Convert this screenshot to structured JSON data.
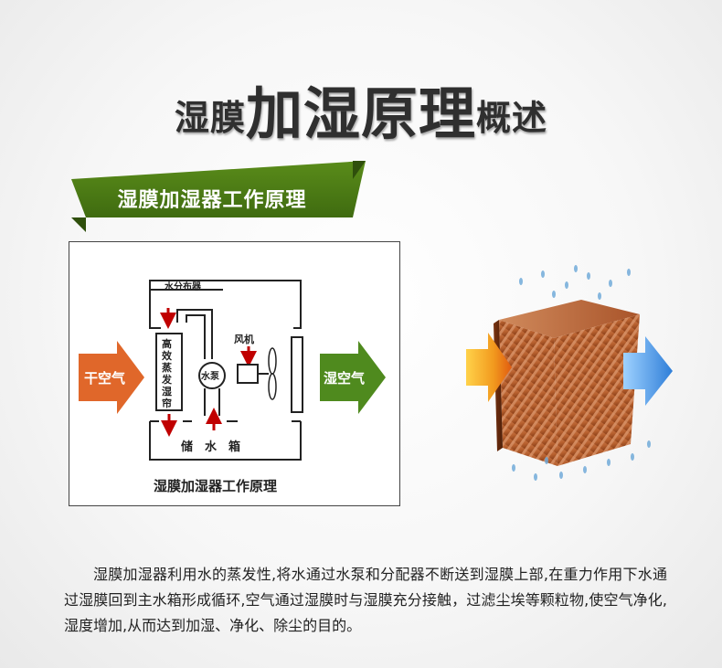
{
  "title": {
    "left": "湿膜",
    "main": "加湿原理",
    "right": "概述"
  },
  "banner": {
    "label": "湿膜加湿器工作原理"
  },
  "diagram": {
    "water_distributor": "水分布器",
    "high_efficiency_pad": [
      "高",
      "效",
      "蒸",
      "发",
      "湿",
      "帘"
    ],
    "pump": "水泵",
    "fan": "风机",
    "tank": "储　水　箱",
    "dry_air": "干空气",
    "wet_air": "湿空气",
    "caption": "湿膜加湿器工作原理",
    "colors": {
      "dry_air_arrow": "#e0672a",
      "wet_air_arrow": "#4f8a1e",
      "flow_arrow": "#c00000",
      "banner": "#4a7a14"
    }
  },
  "intro": "湿膜加湿器利用水的蒸发性,将水通过水泵和分配器不断送到湿膜上部,在重力作用下水通过湿膜回到主水箱形成循环,空气通过湿膜时与湿膜充分接触，过滤尘埃等颗粒物,使空气净化,湿度增加,从而达到加湿、净化、除尘的目的。"
}
